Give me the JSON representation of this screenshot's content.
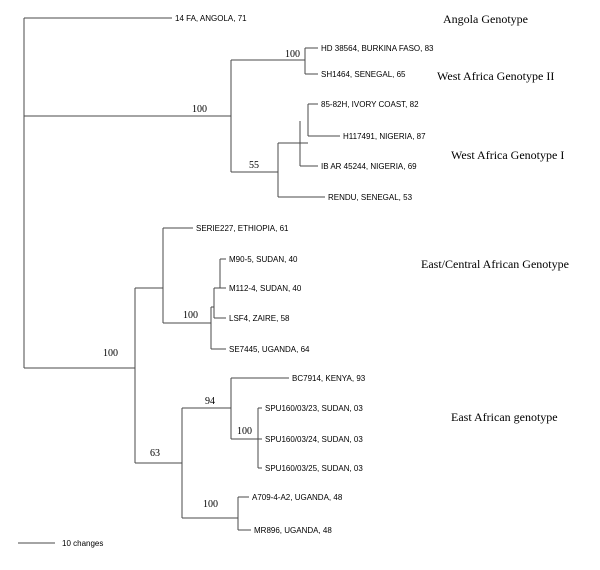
{
  "taxa": [
    {
      "id": "t0",
      "label": "14 FA, ANGOLA, 71"
    },
    {
      "id": "t1",
      "label": "HD 38564, BURKINA FASO, 83"
    },
    {
      "id": "t2",
      "label": "SH1464, SENEGAL, 65"
    },
    {
      "id": "t3",
      "label": "85-82H, IVORY COAST, 82"
    },
    {
      "id": "t4",
      "label": "H117491, NIGERIA, 87"
    },
    {
      "id": "t5",
      "label": "IB AR 45244, NIGERIA, 69"
    },
    {
      "id": "t6",
      "label": "RENDU, SENEGAL, 53"
    },
    {
      "id": "t7",
      "label": "SERIE227, ETHIOPIA, 61"
    },
    {
      "id": "t8",
      "label": "M90-5, SUDAN, 40"
    },
    {
      "id": "t9",
      "label": "M112-4, SUDAN, 40"
    },
    {
      "id": "t10",
      "label": "LSF4, ZAIRE, 58"
    },
    {
      "id": "t11",
      "label": "SE7445, UGANDA, 64"
    },
    {
      "id": "t12",
      "label": "BC7914, KENYA, 93"
    },
    {
      "id": "t13",
      "label": "SPU160/03/23, SUDAN, 03"
    },
    {
      "id": "t14",
      "label": "SPU160/03/24, SUDAN, 03"
    },
    {
      "id": "t15",
      "label": "SPU160/03/25, SUDAN, 03"
    },
    {
      "id": "t16",
      "label": "A709-4-A2, UGANDA, 48"
    },
    {
      "id": "t17",
      "label": "MR896, UGANDA, 48"
    }
  ],
  "support_values": [
    {
      "id": "s_west2",
      "value": "100"
    },
    {
      "id": "s_west",
      "value": "100"
    },
    {
      "id": "s_west1",
      "value": "55"
    },
    {
      "id": "s_central",
      "value": "100"
    },
    {
      "id": "s_east_all",
      "value": "100"
    },
    {
      "id": "s_kenya",
      "value": "94"
    },
    {
      "id": "s_sudan",
      "value": "100"
    },
    {
      "id": "s_east",
      "value": "63"
    },
    {
      "id": "s_uganda",
      "value": "100"
    }
  ],
  "groups": [
    {
      "id": "g_angola",
      "label": "Angola Genotype"
    },
    {
      "id": "g_west2",
      "label": "West Africa Genotype II"
    },
    {
      "id": "g_west1",
      "label": "West Africa Genotype I"
    },
    {
      "id": "g_central",
      "label": "East/Central African Genotype"
    },
    {
      "id": "g_east",
      "label": "East African genotype"
    }
  ],
  "scale_bar": {
    "label": "10 changes"
  }
}
